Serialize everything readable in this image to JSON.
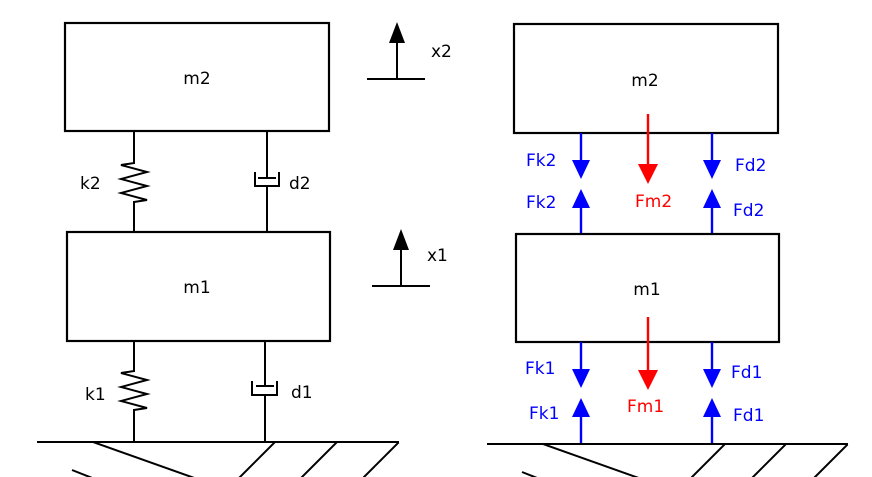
{
  "colors": {
    "structure": "#000000",
    "reaction_force": "#0000ff",
    "inertial_force": "#ff0000",
    "background": "#ffffff"
  },
  "left_panel": {
    "title": "two-mass spring-damper model",
    "mass_upper": "m2",
    "mass_lower": "m1",
    "spring_upper": "k2",
    "spring_lower": "k1",
    "damper_upper": "d2",
    "damper_lower": "d1",
    "coord_upper": "x2",
    "coord_lower": "x1"
  },
  "right_panel": {
    "title": "free body diagram",
    "mass_upper": "m2",
    "mass_lower": "m1",
    "upper_gap": {
      "spring_force_down": "Fk2",
      "spring_force_up": "Fk2",
      "inertial_force": "Fm2",
      "damper_force_down": "Fd2",
      "damper_force_up": "Fd2"
    },
    "lower_gap": {
      "spring_force_down": "Fk1",
      "spring_force_up": "Fk1",
      "inertial_force": "Fm1",
      "damper_force_down": "Fd1",
      "damper_force_up": "Fd1"
    }
  }
}
